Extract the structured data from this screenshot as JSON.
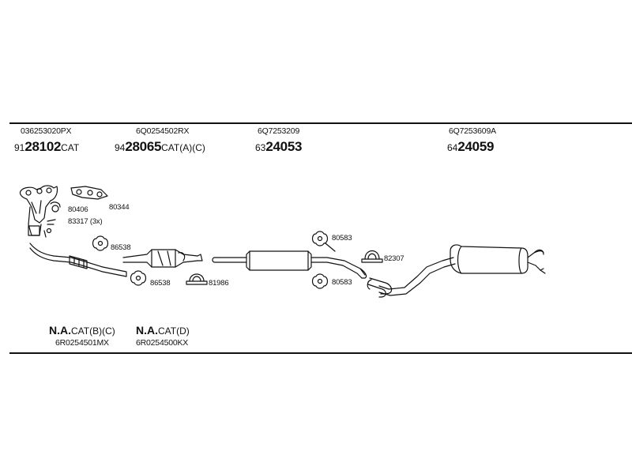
{
  "groups": [
    {
      "part_no": "036253020PX",
      "code_prefix": "91",
      "code_main": "28102",
      "code_suffix": "CAT"
    },
    {
      "part_no": "6Q0254502RX",
      "code_prefix": "94",
      "code_main": "28065",
      "code_suffix": "CAT(A)(C)"
    },
    {
      "part_no": "6Q7253209",
      "code_prefix": "63",
      "code_main": "24053",
      "code_suffix": ""
    },
    {
      "part_no": "6Q7253609A",
      "code_prefix": "64",
      "code_main": "24059",
      "code_suffix": ""
    }
  ],
  "labels": {
    "l80406": "80406",
    "l80344": "80344",
    "l83317": "83317 (3x)",
    "l86538a": "86538",
    "l86538b": "86538",
    "l81986": "81986",
    "l80583a": "80583",
    "l80583b": "80583",
    "l82307": "82307"
  },
  "bottom": [
    {
      "code": "N.A.",
      "suffix": "CAT(B)(C)",
      "part_no": "6R0254501MX"
    },
    {
      "code": "N.A.",
      "suffix": "CAT(D)",
      "part_no": "6R0254500KX"
    }
  ]
}
